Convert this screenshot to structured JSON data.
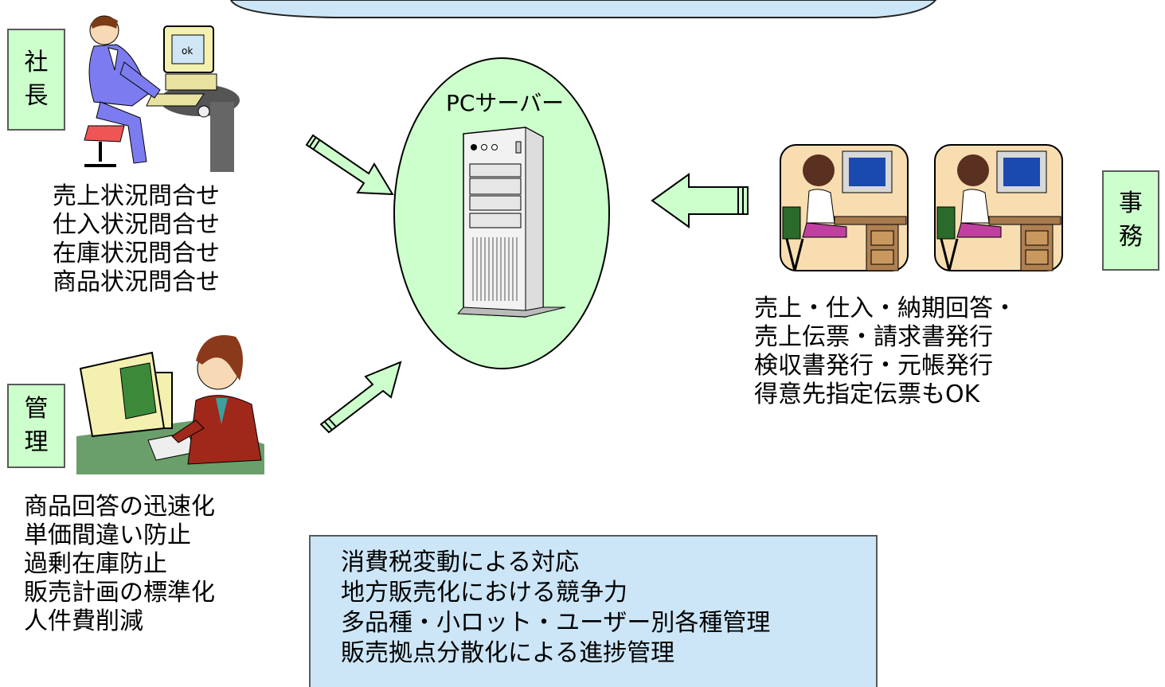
{
  "roles": {
    "president": [
      "社",
      "長"
    ],
    "management": [
      "管",
      "理"
    ],
    "office": [
      "事",
      "務"
    ]
  },
  "server": {
    "label": "PCサーバー"
  },
  "president_items": [
    "売上状況問合せ",
    "仕入状況問合せ",
    "在庫状況問合せ",
    "商品状況問合せ"
  ],
  "management_items": [
    "商品回答の迅速化",
    "単価間違い防止",
    "過剰在庫防止",
    "販売計画の標準化",
    "人件費削減"
  ],
  "office_items": [
    "売上・仕入・納期回答・",
    "売上伝票・請求書発行",
    "検収書発行・元帳発行",
    "得意先指定伝票もOK"
  ],
  "bottom_items": [
    "消費税変動による対応",
    "地方販売化における競争力",
    "多品種・小ロット・ユーザー別各種管理",
    "販売拠点分散化による進捗管理"
  ],
  "colors": {
    "role_box": "#ccffcc",
    "server_ellipse": "#ccffcc",
    "arrow_fill": "#ccffcc",
    "top_banner": "#cce6f7",
    "bottom_box": "#cce6f7",
    "border": "#5a5a5a"
  },
  "icons": [
    "president-at-computer-icon",
    "manager-at-computer-icon",
    "server-tower-icon",
    "office-worker-icon"
  ]
}
